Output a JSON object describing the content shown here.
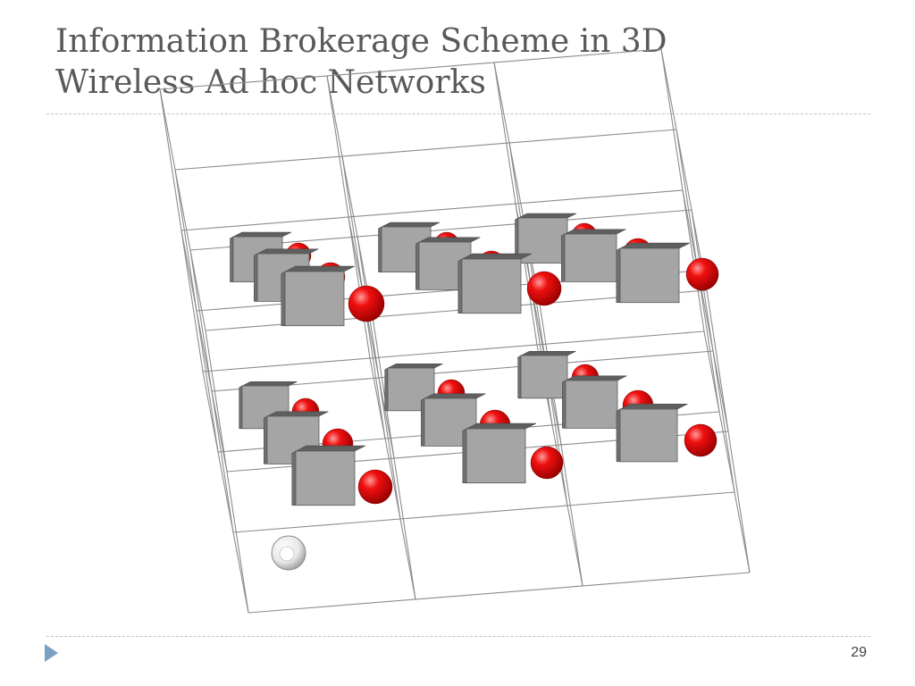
{
  "slide": {
    "title_line1": "Information Brokerage Scheme in 3D",
    "title_line2": "Wireless Ad hoc Networks",
    "page_number": "29"
  },
  "diagram": {
    "grid_cells": "3x2x3 cube lattice",
    "colors": {
      "grid_line": "#8c8c8c",
      "node_face": "#a5a5a5",
      "node_top": "#5f5f5f",
      "node_side": "#707070",
      "broker_sphere": "#e00000",
      "query_sphere": "#e6e6e6"
    },
    "icons": {
      "cube": "server-node-icon",
      "red_sphere": "broker-node-icon",
      "white_sphere": "query-node-icon"
    }
  },
  "theme": {
    "accent": "#7aa0c4",
    "title_color": "#595959"
  }
}
